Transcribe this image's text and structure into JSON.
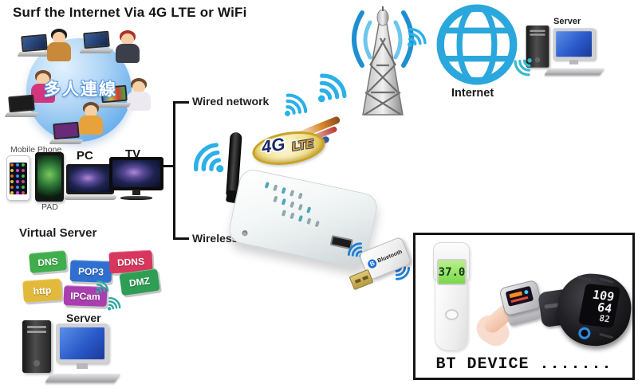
{
  "title": "Surf the Internet Via 4G LTE or WiFi",
  "multi_user_circle": {
    "caption": "多人連線"
  },
  "client_devices": {
    "mobile_phone_label": "Mobile Phone",
    "pad_label": "PAD",
    "pc_label": "PC",
    "tv_label": "TV"
  },
  "virtual_server": {
    "heading": "Virtual Server",
    "server_label": "Server",
    "badges": [
      {
        "label": "DNS",
        "color": "#3fae4c"
      },
      {
        "label": "POP3",
        "color": "#2f6fd0"
      },
      {
        "label": "DDNS",
        "color": "#d8365d"
      },
      {
        "label": "http",
        "color": "#e2b93b"
      },
      {
        "label": "IPCam",
        "color": "#a93fae"
      },
      {
        "label": "DMZ",
        "color": "#2f9e55"
      }
    ]
  },
  "network_bracket": {
    "wired_label": "Wired network",
    "wireless_label": "Wireless network"
  },
  "router_logo": {
    "part_4g": "4G",
    "part_lte": "LTE"
  },
  "internet": {
    "label": "Internet",
    "server_label": "Server"
  },
  "bluetooth_dongle": {
    "label": "Bluetooth",
    "logo_letter": "B"
  },
  "bt_device_box": {
    "caption": "BT DEVICE .......",
    "thermometer_reading": "37.0",
    "bp_systolic": "109",
    "bp_diastolic": "64",
    "bp_pulse": "82"
  },
  "accent_colors": {
    "wifi_blue": "#2bb0e8",
    "wifi_teal": "#2aa8a0",
    "globe_blue": "#2aa7dc",
    "bluetooth_blue": "#1a6fd4"
  }
}
